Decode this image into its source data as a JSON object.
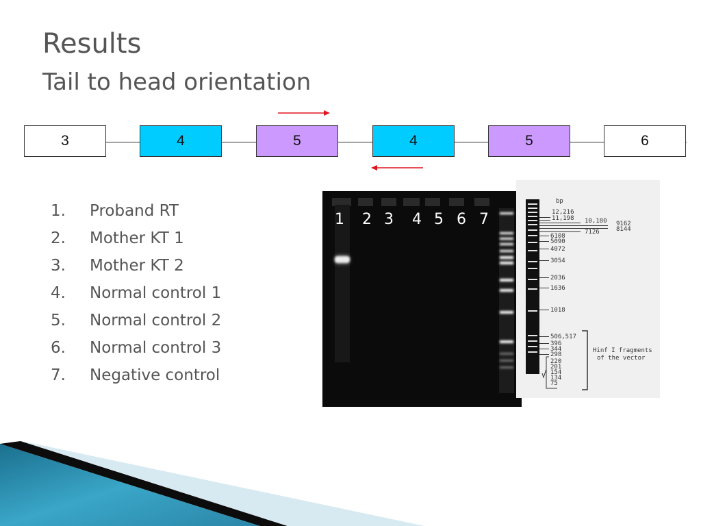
{
  "slide": {
    "title": "Results",
    "subtitle": "Tail to head orientation"
  },
  "exons": [
    {
      "label": "3",
      "color": "#ffffff"
    },
    {
      "label": "4",
      "color": "#00ccff"
    },
    {
      "label": "5",
      "color": "#cc99ff"
    },
    {
      "label": "4",
      "color": "#00ccff"
    },
    {
      "label": "5",
      "color": "#cc99ff"
    },
    {
      "label": "6",
      "color": "#ffffff"
    }
  ],
  "primers": {
    "color": "#e0141e"
  },
  "samples": [
    {
      "num": "1.",
      "label": "Proband RT"
    },
    {
      "num": "2.",
      "label": "Mother KT 1"
    },
    {
      "num": "3.",
      "label": "Mother KT 2"
    },
    {
      "num": "4.",
      "label": "Normal control 1"
    },
    {
      "num": "5.",
      "label": "Normal control 2"
    },
    {
      "num": "6.",
      "label": "Normal control 3"
    },
    {
      "num": "7.",
      "label": "Negative control"
    }
  ],
  "gel": {
    "lane_labels": [
      "1",
      "2",
      "3",
      "4",
      "5",
      "6",
      "7"
    ]
  },
  "ladder": {
    "unit": "bp",
    "sizes": [
      "12,216",
      "11,198",
      "10,180",
      "9162",
      "8144",
      "7126",
      "6108",
      "5090",
      "4072",
      "3054",
      "2036",
      "1636",
      "1018",
      "506,517",
      "396",
      "344",
      "298",
      "220",
      "201",
      "154",
      "134",
      "75"
    ],
    "fragment_note_line1": "Hinf I fragments",
    "fragment_note_line2": "of the vector"
  },
  "colors": {
    "title_text": "#555555",
    "exon_blue": "#00ccff",
    "exon_purple": "#cc99ff"
  }
}
